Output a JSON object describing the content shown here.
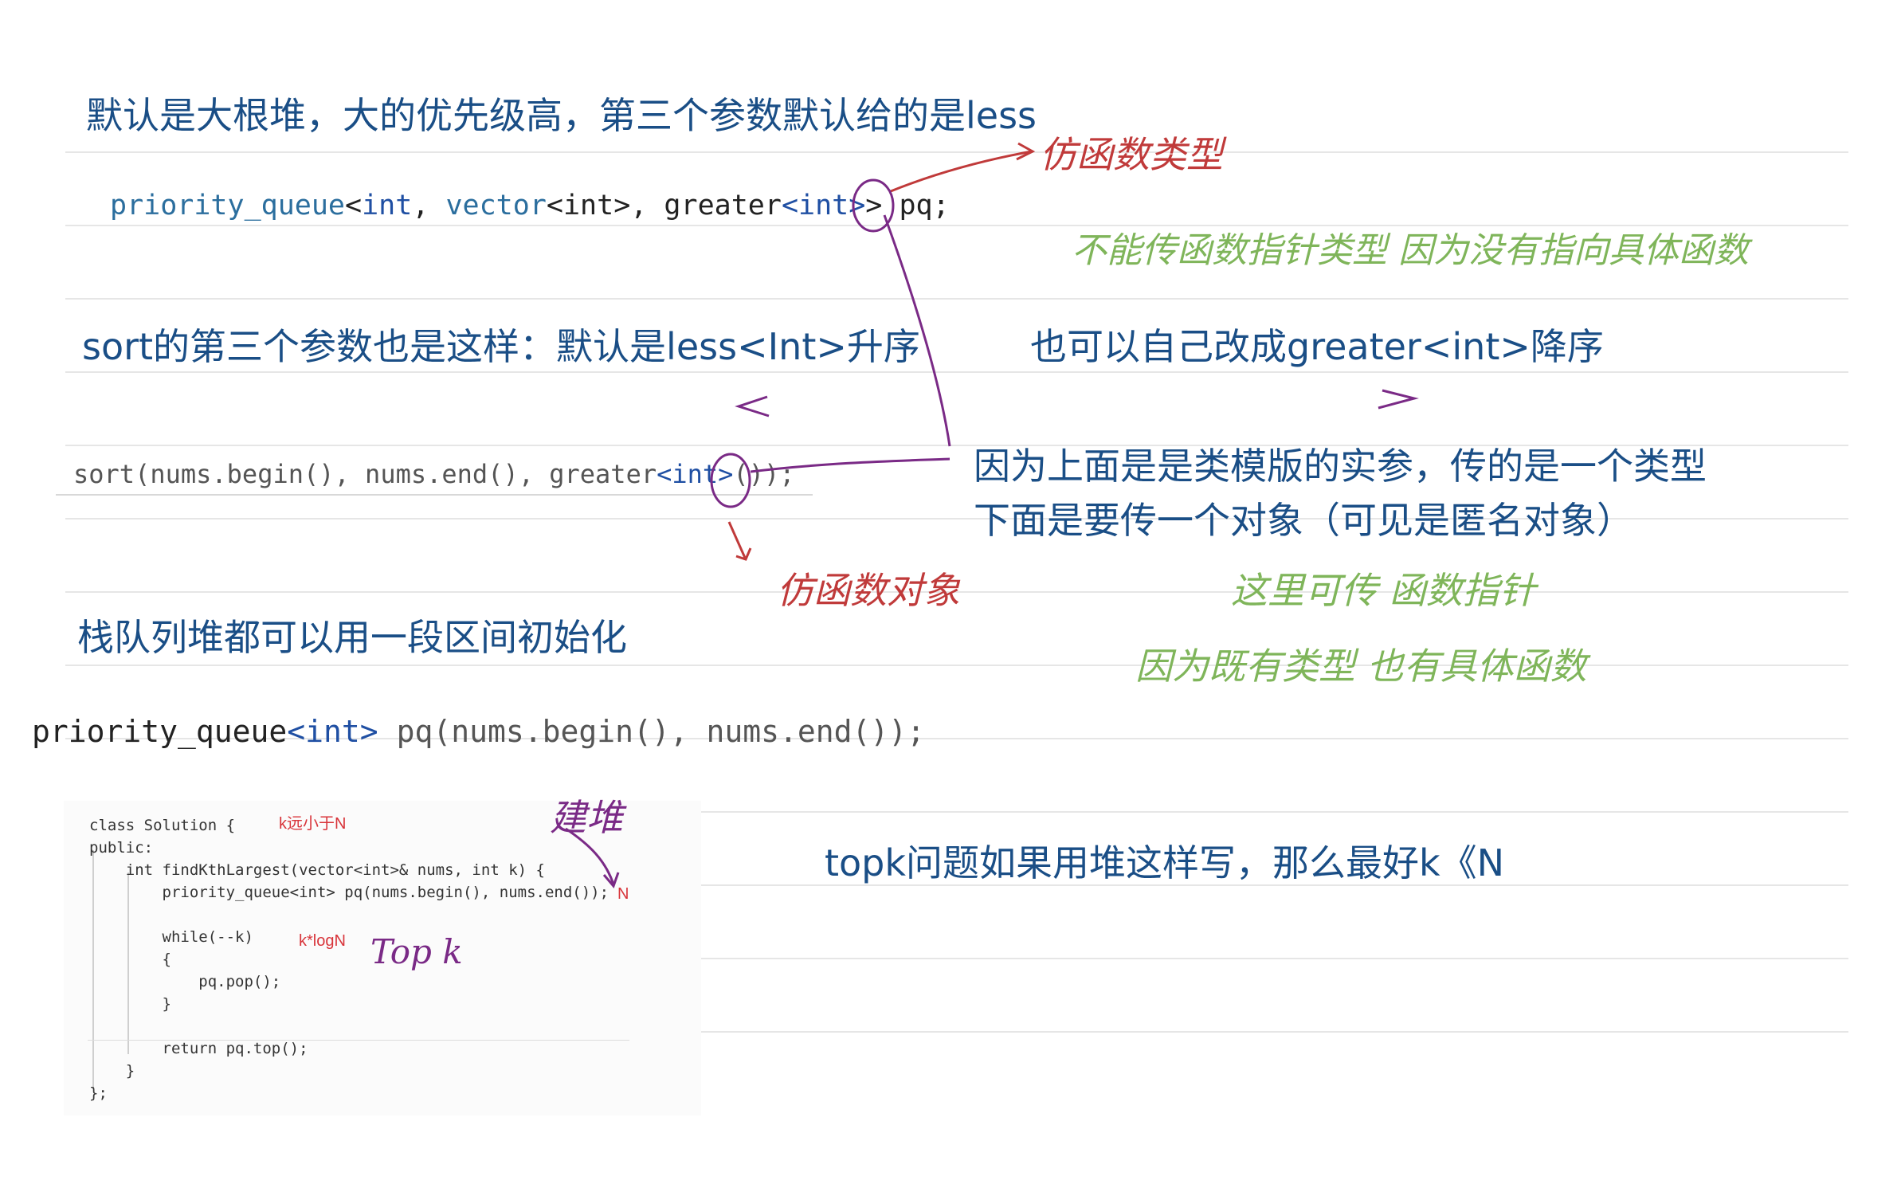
{
  "notes": {
    "line1": "默认是大根堆，大的优先级高，第三个参数默认给的是less",
    "line2": "sort的第三个参数也是这样：默认是less<Int>升序",
    "line2b": "也可以自己改成greater<int>降序",
    "line3a": "因为上面是是类模版的实参，传的是一个类型",
    "line3b": "下面是要传一个对象（可见是匿名对象）",
    "line4": "栈队列堆都可以用一段区间初始化",
    "line5": "topk问题如果用堆这样写，那么最好k《N"
  },
  "code": {
    "pq_type": "priority_queue",
    "pq_args_open": "<",
    "pq_int": "int",
    "pq_comma": ", ",
    "pq_vector": "vector",
    "pq_vec_int": "<int>, ",
    "pq_greater": "greater",
    "pq_greater_int": "<int>",
    "pq_close": "> pq;",
    "sort_call": "sort(nums.begin(), nums.end(), ",
    "sort_greater": "greater",
    "sort_int": "<int>",
    "sort_tail": "());",
    "pq2_type": "priority_queue",
    "pq2_int": "<int>",
    "pq2_rest": " pq(nums.begin(), nums.end());"
  },
  "inset": {
    "l1": "class Solution {",
    "l2": "public:",
    "l3": "    int findKthLargest(vector<int>& nums, int k) {",
    "l4": "        priority_queue<int> pq(nums.begin(), nums.end());",
    "l5": "        while(--k)",
    "l6": "        {",
    "l7": "            pq.pop();",
    "l8": "        }",
    "l9": "        return pq.top();",
    "l10": "    }",
    "l11": "};",
    "ann1": "k远小于N",
    "ann2": "k*logN",
    "ann3": "N"
  },
  "handwriting": {
    "red1": "仿函数类型",
    "red2": "仿函数对象",
    "green1": "不能传函数指针类型 因为没有指向具体函数",
    "green2": "这里可传 函数指针",
    "green3": "因为既有类型 也有具体函数",
    "purple1": "建堆",
    "purple2": "Top k"
  }
}
